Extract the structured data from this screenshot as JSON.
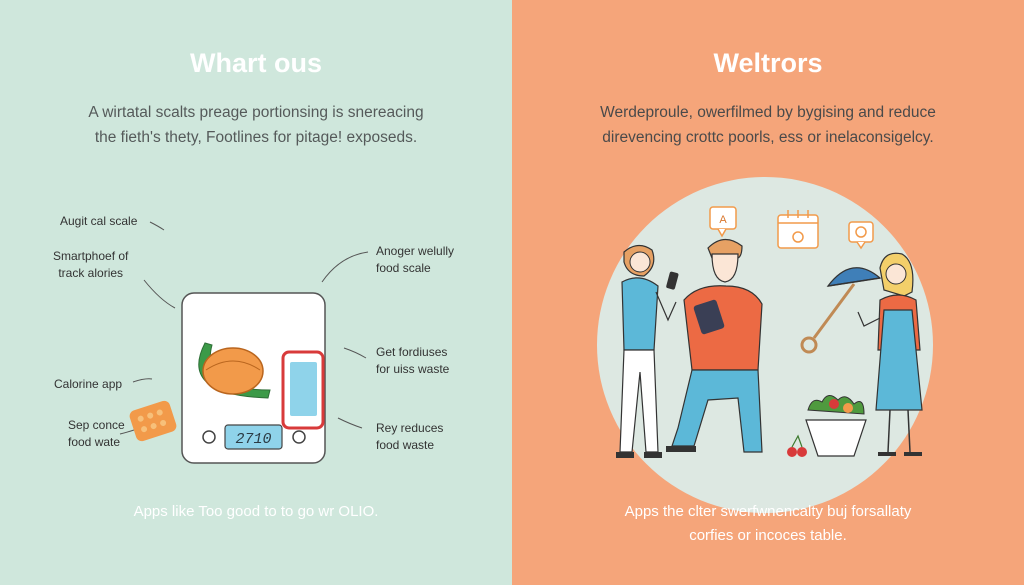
{
  "colors": {
    "left_bg": "#cfe7dc",
    "right_bg": "#f5a57a",
    "accent_orange": "#f29a4a",
    "scale_blue": "#8fd3ea",
    "phone_red": "#d83a3a"
  },
  "left": {
    "title": "Whart ous",
    "paragraph": [
      "A wirtatal scalts preage portionsing is snereacing",
      "the fieth's thety, Footlines for pitage! exposeds."
    ],
    "labels": {
      "digital_scale": "Augit cal scale",
      "smartphone": [
        "Smartphoef of",
        "track alories"
      ],
      "calorie_app": "Calorine app",
      "food_waste_left": [
        "Sep conce",
        "food wate"
      ],
      "food_scale": [
        "Anoger welully",
        "food scale"
      ],
      "get_food": [
        "Get fordiuses",
        "for uiss waste"
      ],
      "reduces_waste": [
        "Rey reduces",
        "food waste"
      ]
    },
    "scale_display": "2710",
    "footer": "Apps like Too good to to go wr OLIO."
  },
  "right": {
    "title": "Weltrors",
    "paragraph": [
      "Werdeproule, owerfilmed by bygising and reduce",
      "direvencing crottc poorls, ess or inelaconsigelcy."
    ],
    "bubble_letter": "A",
    "footer": [
      "Apps the clter swerfwnencalty buj forsallaty",
      "corfies or incoces table."
    ]
  }
}
